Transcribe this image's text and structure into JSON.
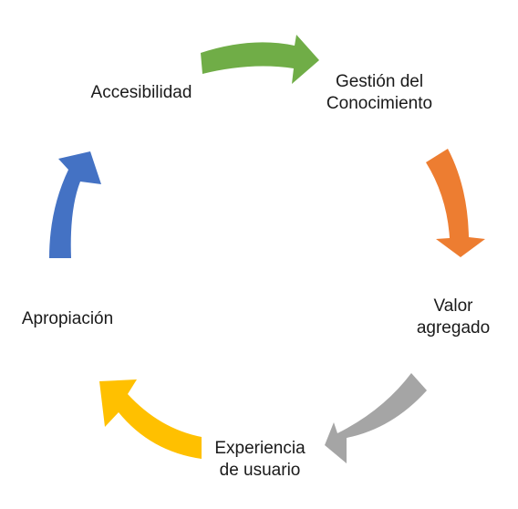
{
  "diagram": {
    "nodes": [
      {
        "lines": [
          "Gestión del",
          "Conocimiento"
        ]
      },
      {
        "lines": [
          "Valor",
          "agregado"
        ]
      },
      {
        "lines": [
          "Experiencia",
          "de usuario"
        ]
      },
      {
        "lines": [
          "Apropiación"
        ]
      },
      {
        "lines": [
          "Accesibilidad"
        ]
      }
    ],
    "arrow_colors": [
      "#70ad47",
      "#ed7d31",
      "#a5a5a5",
      "#ffc000",
      "#4472c4"
    ]
  }
}
